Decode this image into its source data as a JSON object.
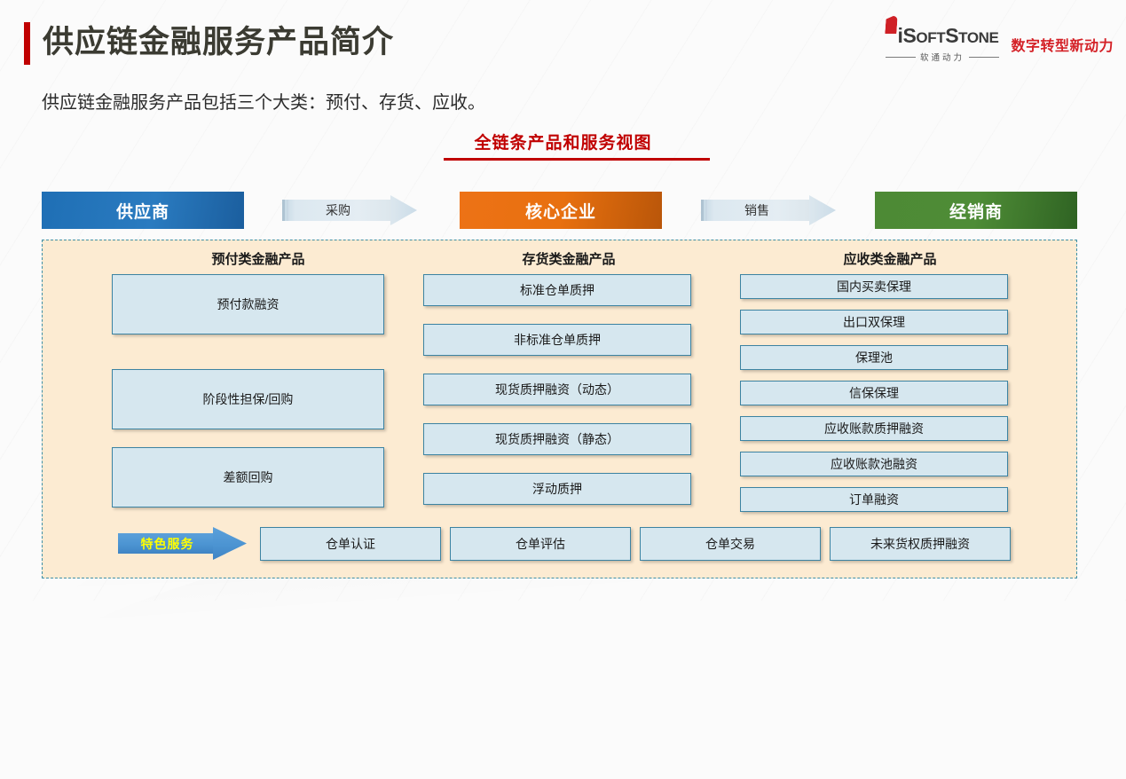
{
  "header": {
    "title": "供应链金融服务产品简介",
    "subtitle": "供应链金融服务产品包括三个大类：预付、存货、应收。",
    "accent_color": "#C00000"
  },
  "logo": {
    "word_i": "i",
    "word_main": "SOFTSTONE",
    "word_parts": [
      "S",
      "OFT",
      "S",
      "TONE"
    ],
    "cn_name": "软通动力",
    "tagline": "数字转型新动力",
    "tagline_color": "#D42127",
    "mark_color": "#CF2026"
  },
  "section": {
    "heading": "全链条产品和服务视图",
    "heading_color": "#C00000"
  },
  "chain": {
    "nodes": [
      {
        "label": "供应商",
        "color": "#1F6FB5"
      },
      {
        "label": "核心企业",
        "color": "#ED7216"
      },
      {
        "label": "经销商",
        "color": "#4D8A35"
      }
    ],
    "arrows": [
      {
        "label": "采购"
      },
      {
        "label": "销售"
      }
    ]
  },
  "panel": {
    "background": "#FCEBD2",
    "border_color": "#3E8FA6",
    "box_fill": "#D6E7EF",
    "box_border": "#3C83A2",
    "columns": [
      {
        "title": "预付类金融产品",
        "items": [
          {
            "label": "预付款融资"
          },
          {
            "label": "阶段性担保/回购"
          },
          {
            "label": "差额回购"
          }
        ]
      },
      {
        "title": "存货类金融产品",
        "items": [
          {
            "label": "标准仓单质押"
          },
          {
            "label": "非标准仓单质押"
          },
          {
            "label": "现货质押融资（动态）"
          },
          {
            "label": "现货质押融资（静态）"
          },
          {
            "label": "浮动质押"
          }
        ]
      },
      {
        "title": "应收类金融产品",
        "items": [
          {
            "label": "国内买卖保理"
          },
          {
            "label": "出口双保理"
          },
          {
            "label": "保理池"
          },
          {
            "label": "信保保理"
          },
          {
            "label": "应收账款质押融资"
          },
          {
            "label": "应收账款池融资"
          },
          {
            "label": "订单融资"
          }
        ]
      }
    ],
    "special": {
      "label": "特色服务",
      "label_color": "#FFFF00",
      "arrow_color": "#4C94D2",
      "items": [
        {
          "label": "仓单认证"
        },
        {
          "label": "仓单评估"
        },
        {
          "label": "仓单交易"
        },
        {
          "label": "未来货权质押融资"
        }
      ]
    }
  }
}
